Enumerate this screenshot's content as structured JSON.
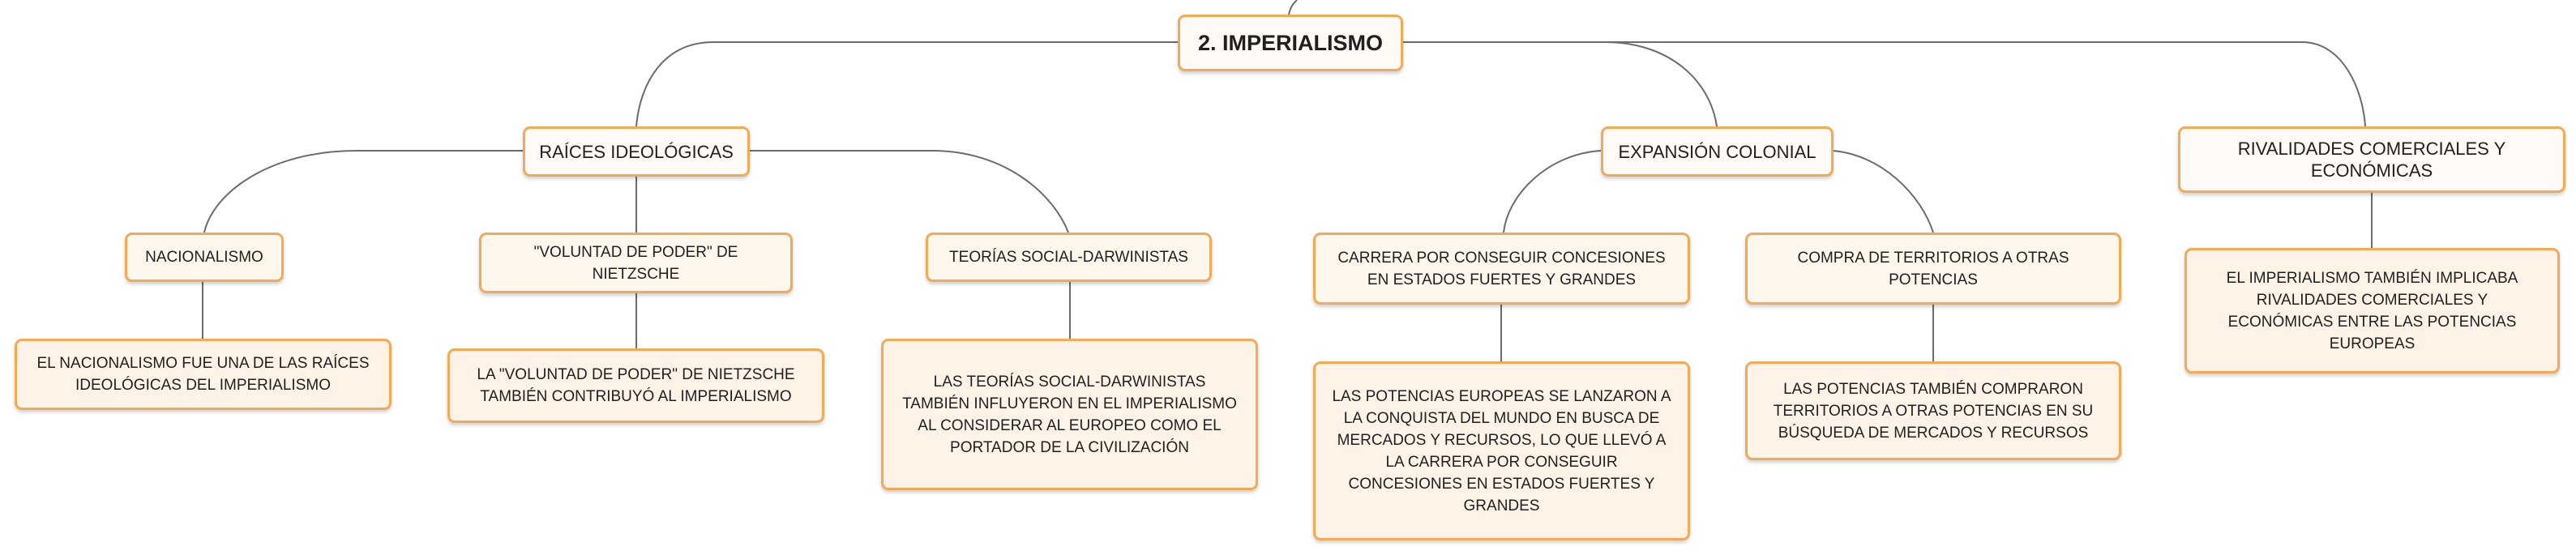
{
  "diagram": {
    "type": "mind-map",
    "colors": {
      "node_border": "#f4a955",
      "node_fill": "#fff6ec",
      "connector": "#6b6b6b",
      "text": "#1f1f1f"
    },
    "nodes": {
      "root": {
        "label": "2. IMPERIALISMO"
      },
      "raices": {
        "label": "RAÍCES IDEOLÓGICAS"
      },
      "expansion": {
        "label": "EXPANSIÓN COLONIAL"
      },
      "rivalidades": {
        "label": "RIVALIDADES COMERCIALES Y ECONÓMICAS"
      },
      "nacionalismo": {
        "label": "NACIONALISMO"
      },
      "nietzsche": {
        "label": "\"VOLUNTAD DE PODER\" DE NIETZSCHE"
      },
      "darwinismo": {
        "label": "TEORÍAS SOCIAL-DARWINISTAS"
      },
      "carrera": {
        "label": "CARRERA POR CONSEGUIR CONCESIONES EN ESTADOS FUERTES Y GRANDES"
      },
      "compra": {
        "label": "COMPRA DE TERRITORIOS A OTRAS POTENCIAS"
      },
      "nacionalismo_desc": {
        "label": "EL NACIONALISMO FUE UNA DE LAS RAÍCES IDEOLÓGICAS DEL IMPERIALISMO"
      },
      "nietzsche_desc": {
        "label": "LA \"VOLUNTAD DE PODER\" DE NIETZSCHE TAMBIÉN CONTRIBUYÓ AL IMPERIALISMO"
      },
      "darwinismo_desc": {
        "label": "LAS TEORÍAS SOCIAL-DARWINISTAS TAMBIÉN INFLUYERON EN EL IMPERIALISMO AL CONSIDERAR AL EUROPEO COMO EL PORTADOR DE LA CIVILIZACIÓN"
      },
      "carrera_desc": {
        "label": "LAS POTENCIAS EUROPEAS SE LANZARON A LA CONQUISTA DEL MUNDO EN BUSCA DE MERCADOS Y RECURSOS, LO QUE LLEVÓ A LA CARRERA POR CONSEGUIR CONCESIONES EN ESTADOS FUERTES Y GRANDES"
      },
      "compra_desc": {
        "label": "LAS POTENCIAS TAMBIÉN COMPRARON TERRITORIOS A OTRAS POTENCIAS EN SU BÚSQUEDA DE MERCADOS Y RECURSOS"
      },
      "rivalidades_desc": {
        "label": "EL IMPERIALISMO TAMBIÉN IMPLICABA RIVALIDADES COMERCIALES Y ECONÓMICAS ENTRE LAS POTENCIAS EUROPEAS"
      }
    }
  }
}
